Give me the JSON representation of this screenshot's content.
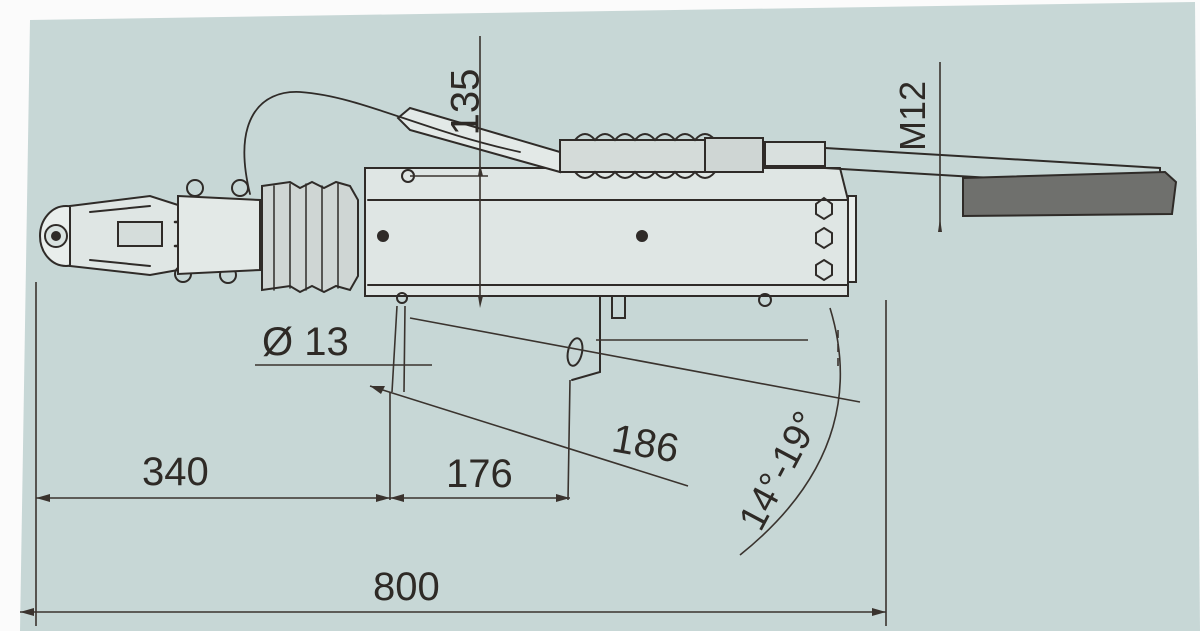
{
  "dimensions": {
    "height_135": "135",
    "thread_m12": "M12",
    "hole_diameter": "Ø 13",
    "length_340": "340",
    "length_176": "176",
    "length_186": "186",
    "length_800": "800",
    "angle_range": "14°-19°"
  },
  "colors": {
    "paper": "#c7d7d6",
    "line": "#2f2b28",
    "bellows": "#5c5a55"
  }
}
